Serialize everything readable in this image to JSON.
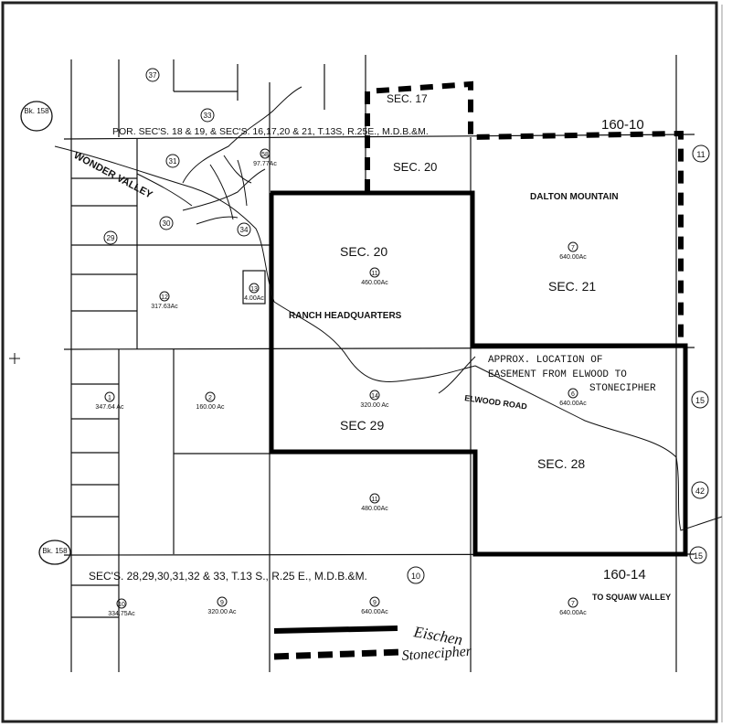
{
  "map": {
    "book_top": "Bk. 158",
    "book_bottom": "Bk. 158",
    "header_portion": "POR. SEC'S. 18 & 19, & SEC'S. 16,17,20 & 21, T.13S, R.25E., M.D.B.&M.",
    "footer_sections": "SEC'S. 28,29,30,31,32 & 33, T.13 S., R.25 E., M.D.B.&M.",
    "page_top_right": "160-10",
    "page_bottom_right": "160-14",
    "adjacent_pages": [
      "11",
      "15",
      "42",
      "15",
      "10"
    ],
    "place_wonder_valley": "WONDER VALLEY",
    "place_dalton_mountain": "DALTON MOUNTAIN",
    "ranch_hq": "RANCH HEADQUARTERS",
    "elwood_road": "ELWOOD ROAD",
    "to_squaw_valley": "TO SQUAW VALLEY",
    "easement_note": [
      "APPROX. LOCATION OF",
      "EASEMENT FROM ELWOOD TO",
      "STONECIPHER"
    ],
    "sections": {
      "sec17": "SEC. 17",
      "sec20_upper": "SEC. 20",
      "sec20": "SEC. 20",
      "sec21": "SEC. 21",
      "sec29": "SEC 29",
      "sec28": "SEC. 28"
    },
    "parcels": [
      {
        "num": "11",
        "acres": "460.00Ac"
      },
      {
        "num": "7",
        "acres": "640.00Ac"
      },
      {
        "num": "14",
        "acres": "320.00 Ac"
      },
      {
        "num": "6",
        "acres": "640.00Ac"
      },
      {
        "num": "11",
        "acres": "480.00Ac"
      },
      {
        "num": "9",
        "acres": "640.00Ac"
      },
      {
        "num": "7",
        "acres": "640.00Ac"
      },
      {
        "num": "12",
        "acres": "317.63Ac"
      },
      {
        "num": "1",
        "acres": "347.64 Ac"
      },
      {
        "num": "2",
        "acres": "160.00 Ac"
      },
      {
        "num": "10",
        "acres": "334.75Ac"
      },
      {
        "num": "9",
        "acres": "320.00 Ac"
      },
      {
        "num": "58",
        "acres": "97.77Ac"
      },
      {
        "num": "13",
        "acres": "4.00Ac"
      }
    ],
    "circled_misc": [
      "37",
      "33",
      "31",
      "30",
      "34",
      "29"
    ],
    "legend": {
      "solid_label": "Eischen",
      "dashed_label": "Stonecipher"
    },
    "colors": {
      "ink": "#111111",
      "paper": "#ffffff",
      "frame": "#222222"
    }
  }
}
